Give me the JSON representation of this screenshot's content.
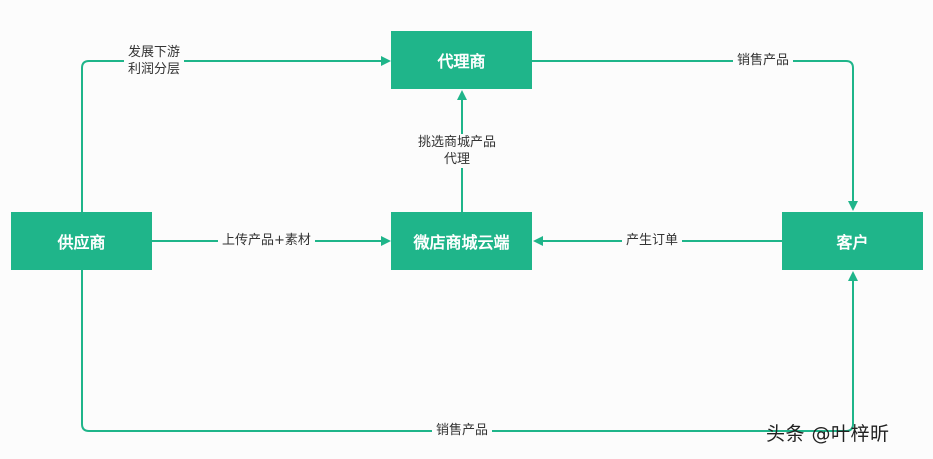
{
  "nodes": {
    "agent": "代理商",
    "supplier": "供应商",
    "store": "微店商城云端",
    "customer": "客户"
  },
  "edges": {
    "supplier_agent_line1": "发展下游",
    "supplier_agent_line2": "利润分层",
    "agent_customer": "销售产品",
    "store_agent_line1": "挑选商城产品",
    "store_agent_line2": "代理",
    "supplier_store": "上传产品+素材",
    "customer_store": "产生订单",
    "supplier_customer": "销售产品"
  },
  "watermark": "头条 @叶梓昕",
  "colors": {
    "node": "#1fb58a",
    "line": "#1fb58a",
    "text": "#333333"
  }
}
